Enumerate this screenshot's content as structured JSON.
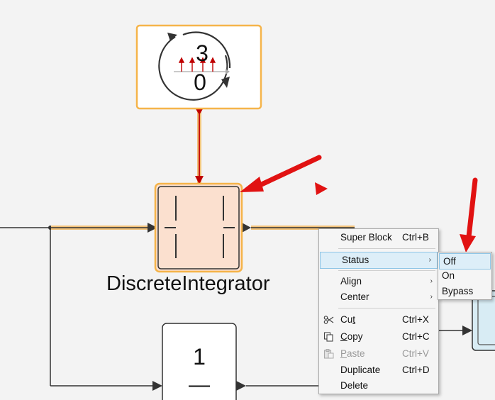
{
  "clock_block": {
    "top_value": "3",
    "bottom_value": "0"
  },
  "integrator_block": {
    "name": "DiscreteIntegrator"
  },
  "gain_block": {
    "numerator": "1",
    "bar": "—"
  },
  "context_menu": {
    "items": [
      {
        "label": "Super Block",
        "shortcut": "Ctrl+B"
      },
      {
        "label": "Status",
        "submenu": true
      },
      {
        "label": "Align",
        "submenu": true
      },
      {
        "label": "Center",
        "submenu": true
      },
      {
        "label": "Cut",
        "underline": "t",
        "shortcut": "Ctrl+X",
        "icon": "scissors-icon"
      },
      {
        "label": "Copy",
        "underline": "C",
        "shortcut": "Ctrl+C",
        "icon": "copy-icon"
      },
      {
        "label": "Paste",
        "underline": "P",
        "shortcut": "Ctrl+V",
        "icon": "paste-icon",
        "disabled": true
      },
      {
        "label": "Duplicate",
        "shortcut": "Ctrl+D"
      },
      {
        "label": "Delete"
      }
    ]
  },
  "status_submenu": {
    "items": [
      {
        "label": "Off"
      },
      {
        "label": "On"
      },
      {
        "label": "Bypass"
      }
    ]
  },
  "colors": {
    "accent_orange": "#f5b44a",
    "highlight_orange": "#f2c27a",
    "block_fill_integrator": "#fbe0cf",
    "signal_red": "#c00000",
    "annotation_red": "#e11212",
    "menu_highlight": "#ddeef8"
  },
  "icons": [
    "scissors-icon",
    "copy-icon",
    "paste-icon",
    "submenu-chevron-icon",
    "clock-cycle-icon"
  ]
}
